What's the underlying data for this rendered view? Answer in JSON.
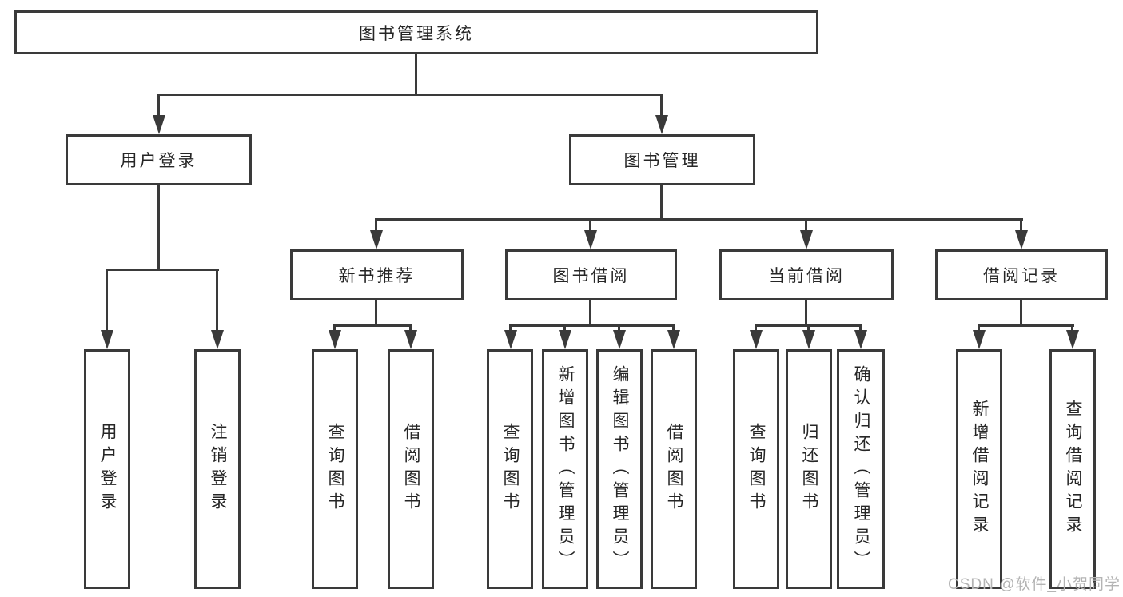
{
  "diagram": {
    "root": {
      "label": "图书管理系统"
    },
    "level2": [
      {
        "label": "用户登录",
        "children": [
          "用户登录",
          "注销登录"
        ]
      },
      {
        "label": "图书管理"
      }
    ],
    "level3": [
      {
        "label": "新书推荐",
        "children": [
          "查询图书",
          "借阅图书"
        ]
      },
      {
        "label": "图书借阅",
        "children": [
          "查询图书",
          "新增图书（管理员）",
          "编辑图书（管理员）",
          "借阅图书"
        ]
      },
      {
        "label": "当前借阅",
        "children": [
          "查询图书",
          "归还图书",
          "确认归还（管理员）"
        ]
      },
      {
        "label": "借阅记录",
        "children": [
          "新增借阅记录",
          "查询借阅记录"
        ]
      }
    ]
  },
  "watermark": {
    "text": "CSDN @软件_小贺同学"
  },
  "colors": {
    "line": "#3a3a3a",
    "text": "#262626",
    "watermark": "#b4b4b4",
    "background": "#ffffff"
  }
}
